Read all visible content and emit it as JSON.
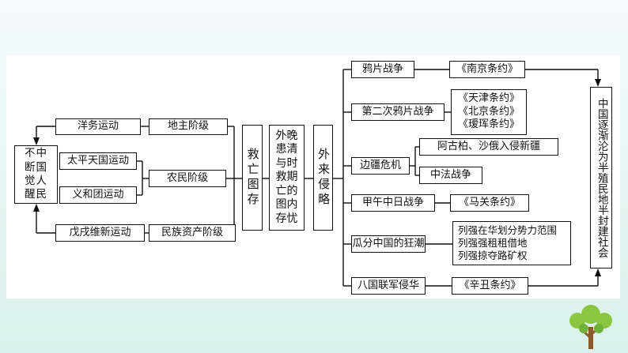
{
  "center_title": "晚清时期的内忧外患与救亡图存",
  "left_column": {
    "result": "中国人民不断觉醒",
    "branch_label": "救亡图存",
    "movements": [
      "洋务运动",
      "太平天国运动",
      "义和团运动",
      "戊戌维新运动"
    ],
    "classes": [
      "地主阶级",
      "农民阶级",
      "民族资产阶级"
    ]
  },
  "right_column": {
    "branch_label": "外来侵略",
    "events": [
      "鸦片战争",
      "第二次鸦片战争",
      "边疆危机",
      "甲午中日战争",
      "瓜分中国的狂潮",
      "八国联军侵华"
    ],
    "treaties": {
      "opium_war": "《南京条约》",
      "second_opium_war": [
        "《天津条约》",
        "《北京条约》",
        "《瑷珲条约》"
      ],
      "sino_japanese_war": "《马关条约》",
      "eight_nation": "《辛丑条约》"
    },
    "frontier_crisis": [
      "阿古柏、沙俄入侵新疆",
      "中法战争"
    ],
    "partition": [
      "列强在华划分势力范围",
      "列强强租租借地",
      "列强掠夺路矿权"
    ],
    "result": "中国逐渐沦为半殖民地半封建社会"
  },
  "colors": {
    "line": "#111111",
    "tree_leaf": "#8cc63f",
    "tree_trunk": "#8b5a2b"
  },
  "icons": [
    "tree-icon"
  ]
}
